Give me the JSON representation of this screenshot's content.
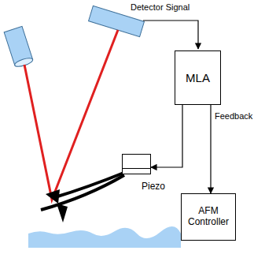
{
  "diagram": {
    "nodes": [
      {
        "text": [
          "MLA"
        ]
      },
      {
        "text": [
          "AFM Controller"
        ]
      },
      {
        "text": [
          "Piezo"
        ]
      }
    ],
    "edges": [
      {
        "from": 0,
        "to": 2,
        "arrow": "to"
      },
      {
        "from": 0,
        "to": 1,
        "arrow": "to",
        "label": "Feedback"
      }
    ],
    "labels": [
      "Detector Signal"
    ]
  }
}
